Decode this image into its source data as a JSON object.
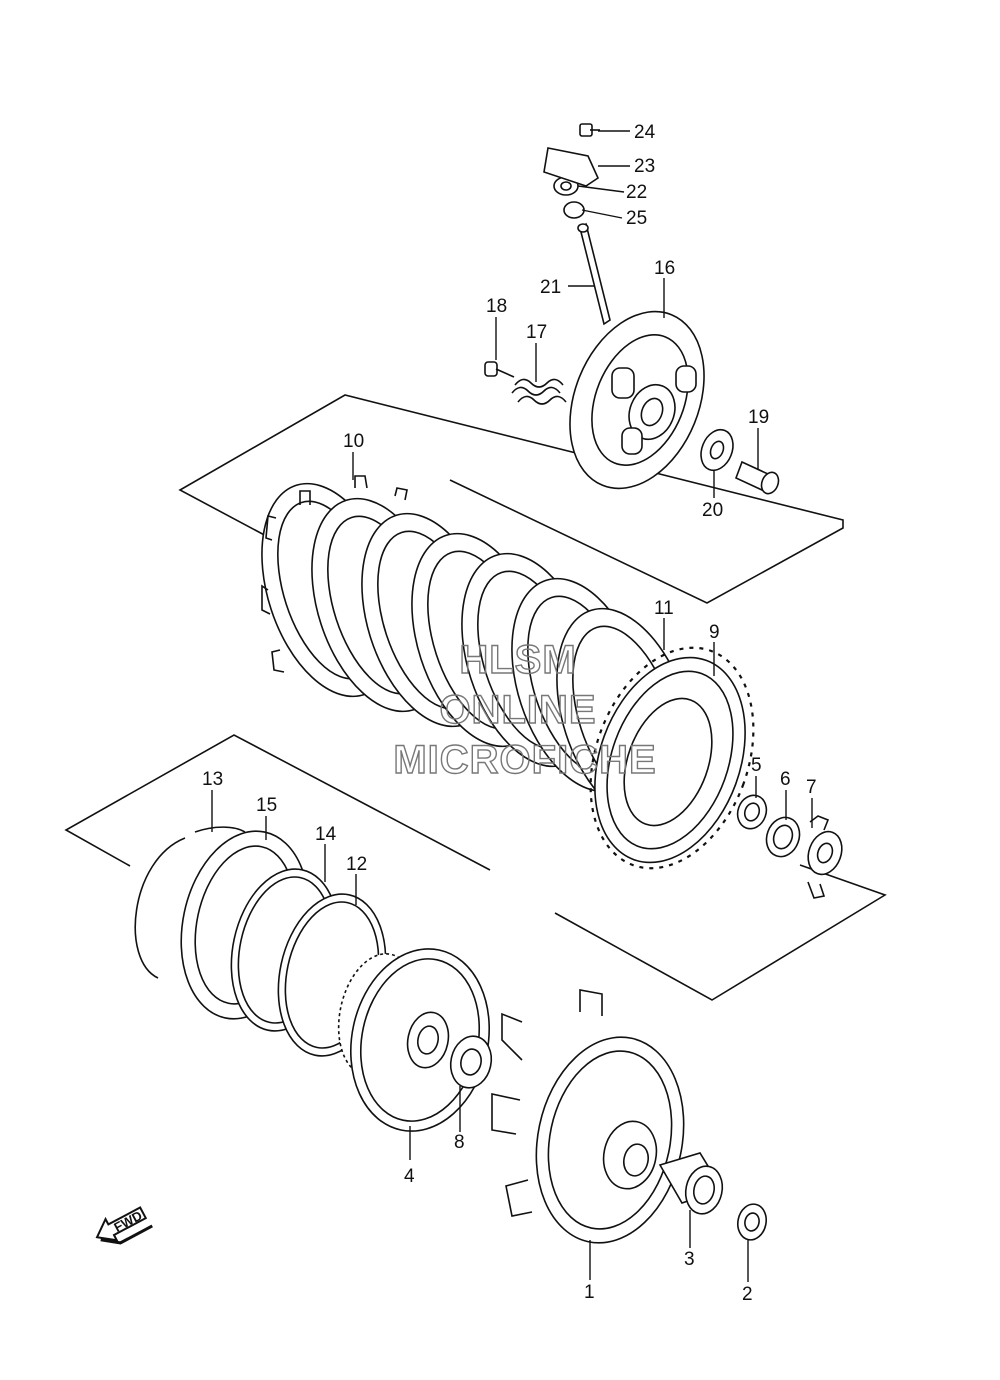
{
  "watermark": {
    "line1": "HLSM",
    "line2": "ONLINE",
    "line3": "MICROFICHE"
  },
  "direction_label": "FWD",
  "callouts": {
    "c1": "1",
    "c2": "2",
    "c3": "3",
    "c4": "4",
    "c5": "5",
    "c6": "6",
    "c7": "7",
    "c8": "8",
    "c9": "9",
    "c10": "10",
    "c11": "11",
    "c12": "12",
    "c13": "13",
    "c14": "14",
    "c15": "15",
    "c16": "16",
    "c17": "17",
    "c18": "18",
    "c19": "19",
    "c20": "20",
    "c21": "21",
    "c22": "22",
    "c23": "23",
    "c24": "24",
    "c25": "25"
  }
}
